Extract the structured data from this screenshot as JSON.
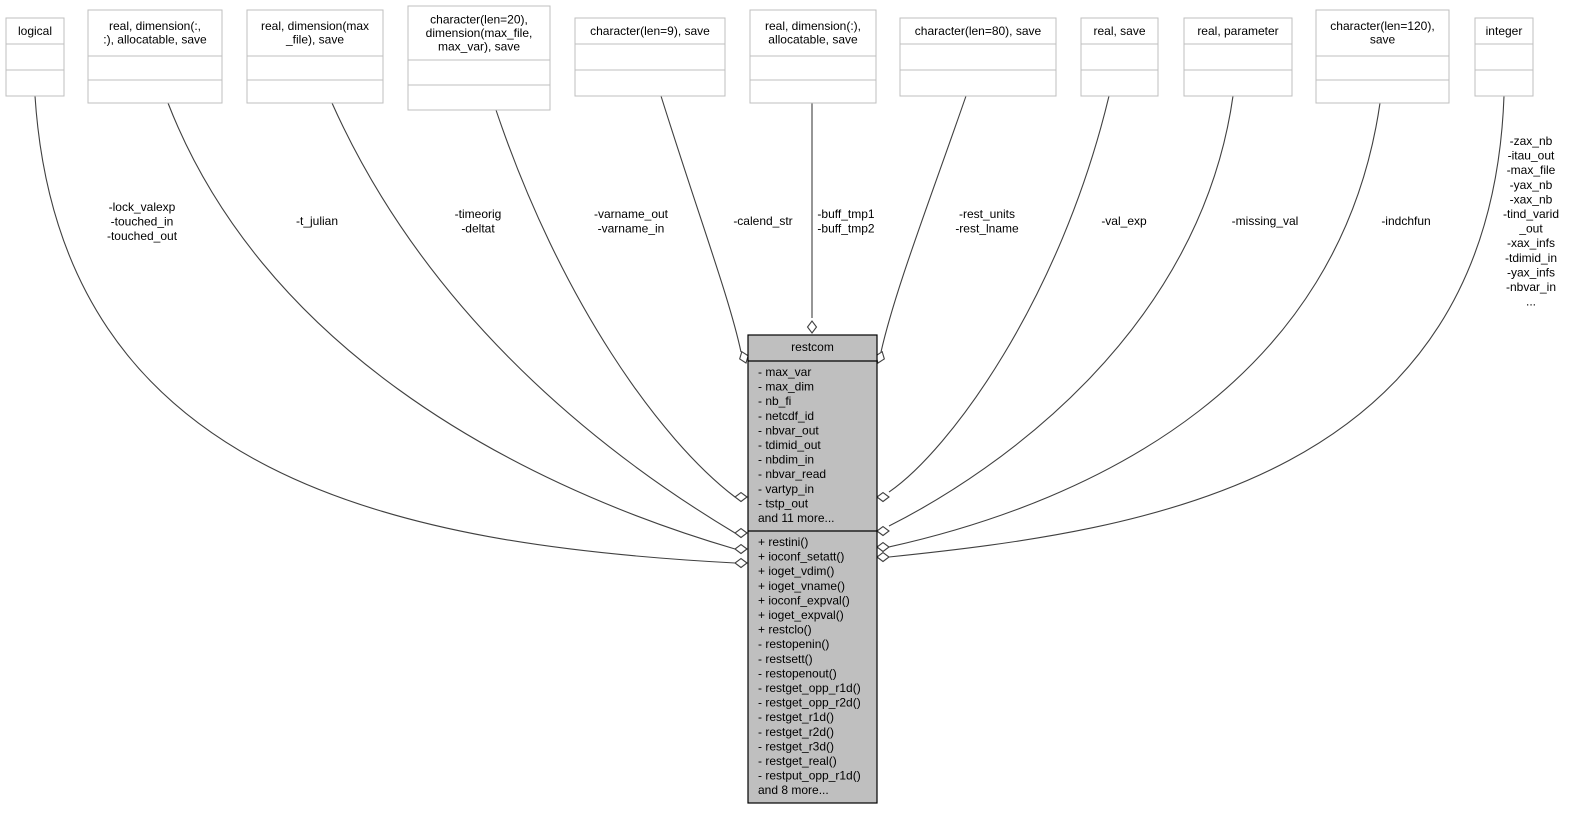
{
  "main_class": {
    "name": "restcom",
    "attributes": [
      "- max_var",
      "- max_dim",
      "- nb_fi",
      "- netcdf_id",
      "- nbvar_out",
      "- tdimid_out",
      "- nbdim_in",
      "- nbvar_read",
      "- vartyp_in",
      "- tstp_out",
      "and 11 more..."
    ],
    "methods": [
      "+ restini()",
      "+ ioconf_setatt()",
      "+ ioget_vdim()",
      "+ ioget_vname()",
      "+ ioconf_expval()",
      "+ ioget_expval()",
      "+ restclo()",
      "- restopenin()",
      "- restsett()",
      "- restopenout()",
      "- restget_opp_r1d()",
      "- restget_opp_r2d()",
      "- restget_r1d()",
      "- restget_r2d()",
      "- restget_r3d()",
      "- restget_real()",
      "- restput_opp_r1d()",
      "and 8 more..."
    ],
    "style": {
      "fill": "#bfbfbf",
      "border": "#000000"
    }
  },
  "type_boxes": [
    {
      "title": [
        "logical"
      ],
      "labels": [
        "-lock_valexp",
        "-touched_in",
        "-touched_out"
      ]
    },
    {
      "title": [
        "real, dimension(:,",
        ":), allocatable, save"
      ],
      "labels": [
        "-t_julian"
      ]
    },
    {
      "title": [
        "real, dimension(max",
        "_file), save"
      ],
      "labels": [
        "-timeorig",
        "-deltat"
      ]
    },
    {
      "title": [
        "character(len=20),",
        "dimension(max_file,",
        "max_var), save"
      ],
      "labels": [
        "-varname_out",
        "-varname_in"
      ]
    },
    {
      "title": [
        "character(len=9), save"
      ],
      "labels": [
        "-calend_str"
      ]
    },
    {
      "title": [
        "real, dimension(:),",
        "allocatable, save"
      ],
      "labels": [
        "-buff_tmp1",
        "-buff_tmp2"
      ]
    },
    {
      "title": [
        "character(len=80), save"
      ],
      "labels": [
        "-rest_units",
        "-rest_lname"
      ]
    },
    {
      "title": [
        "real, save"
      ],
      "labels": [
        "-val_exp"
      ]
    },
    {
      "title": [
        "real, parameter"
      ],
      "labels": [
        "-missing_val"
      ]
    },
    {
      "title": [
        "character(len=120),",
        "save"
      ],
      "labels": [
        "-indchfun"
      ]
    },
    {
      "title": [
        "integer"
      ],
      "labels": [
        "-zax_nb",
        "-itau_out",
        "-max_file",
        "-yax_nb",
        "-xax_nb",
        "-tind_varid",
        "_out",
        "-xax_infs",
        "-tdimid_in",
        "-yax_infs",
        "-nbvar_in",
        "..."
      ]
    }
  ],
  "colors": {
    "type_box_border": "#bfbfbf",
    "edge": "#404040",
    "aggregation_diamond": "#ffffff"
  }
}
